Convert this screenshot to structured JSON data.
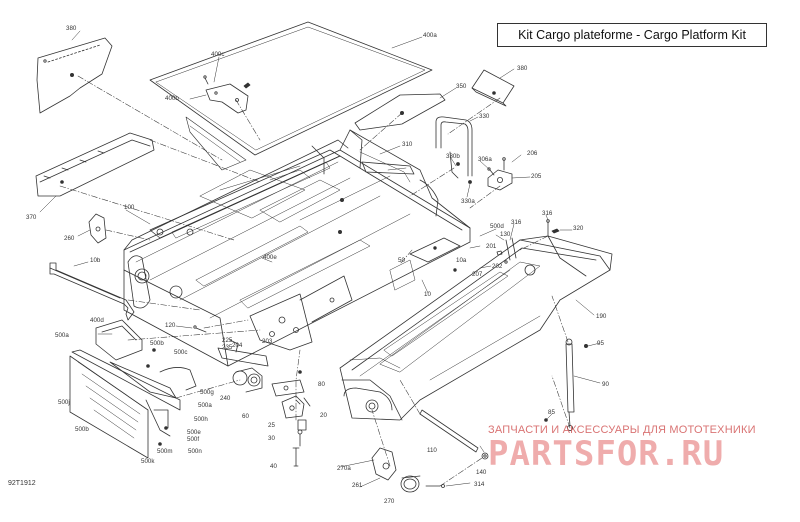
{
  "title": "Kit Cargo plateforme - Cargo Platform Kit",
  "ref_code": "92T1912",
  "watermark": {
    "tagline": "ЗАПЧАСТИ И АКСЕССУАРЫ ДЛЯ МОТОТЕХНИКИ",
    "brand": "PARTSFOR.RU"
  },
  "colors": {
    "line": "#333333",
    "watermark": "#e26a6a"
  },
  "callouts": [
    {
      "id": "c380a",
      "text": "380"
    },
    {
      "id": "c400a",
      "text": "400a"
    },
    {
      "id": "c400c",
      "text": "400c"
    },
    {
      "id": "c400b",
      "text": "400b"
    },
    {
      "id": "c380b",
      "text": "380"
    },
    {
      "id": "c350",
      "text": "350"
    },
    {
      "id": "c330",
      "text": "330"
    },
    {
      "id": "c310",
      "text": "310"
    },
    {
      "id": "c330b",
      "text": "330b"
    },
    {
      "id": "c306a",
      "text": "306a"
    },
    {
      "id": "c206",
      "text": "206"
    },
    {
      "id": "c205",
      "text": "205"
    },
    {
      "id": "c330a",
      "text": "330a"
    },
    {
      "id": "c370",
      "text": "370"
    },
    {
      "id": "c260",
      "text": "260"
    },
    {
      "id": "c100",
      "text": "100"
    },
    {
      "id": "c10b",
      "text": "10b"
    },
    {
      "id": "c400e",
      "text": "400e"
    },
    {
      "id": "c500d",
      "text": "500d"
    },
    {
      "id": "c316a",
      "text": "316"
    },
    {
      "id": "c316b",
      "text": "316"
    },
    {
      "id": "c320",
      "text": "320"
    },
    {
      "id": "c130",
      "text": "130"
    },
    {
      "id": "c201",
      "text": "201"
    },
    {
      "id": "c10a",
      "text": "10a"
    },
    {
      "id": "c207",
      "text": "207"
    },
    {
      "id": "c202",
      "text": "202"
    },
    {
      "id": "c50",
      "text": "50"
    },
    {
      "id": "c10",
      "text": "10"
    },
    {
      "id": "c190",
      "text": "190"
    },
    {
      "id": "c120",
      "text": "120"
    },
    {
      "id": "c400d",
      "text": "400d"
    },
    {
      "id": "c500a",
      "text": "500a"
    },
    {
      "id": "c500b1",
      "text": "500b"
    },
    {
      "id": "c500c",
      "text": "500c"
    },
    {
      "id": "c225",
      "text": "225"
    },
    {
      "id": "c235",
      "text": "235"
    },
    {
      "id": "c204",
      "text": "204"
    },
    {
      "id": "c203",
      "text": "203"
    },
    {
      "id": "c95",
      "text": "95"
    },
    {
      "id": "c500g",
      "text": "500g"
    },
    {
      "id": "c500a2",
      "text": "500a"
    },
    {
      "id": "c500j",
      "text": "500j"
    },
    {
      "id": "c240",
      "text": "240"
    },
    {
      "id": "c60",
      "text": "60"
    },
    {
      "id": "c80",
      "text": "80"
    },
    {
      "id": "c90",
      "text": "90"
    },
    {
      "id": "c500h",
      "text": "500h"
    },
    {
      "id": "c500e",
      "text": "500e"
    },
    {
      "id": "c500f",
      "text": "500f"
    },
    {
      "id": "c500b2",
      "text": "500b"
    },
    {
      "id": "c500m",
      "text": "500m"
    },
    {
      "id": "c500n",
      "text": "500n"
    },
    {
      "id": "c500k",
      "text": "500k"
    },
    {
      "id": "c20",
      "text": "20"
    },
    {
      "id": "c25",
      "text": "25"
    },
    {
      "id": "c30",
      "text": "30"
    },
    {
      "id": "c40",
      "text": "40"
    },
    {
      "id": "c85",
      "text": "85"
    },
    {
      "id": "c110",
      "text": "110"
    },
    {
      "id": "c270a",
      "text": "270a"
    },
    {
      "id": "c261",
      "text": "261"
    },
    {
      "id": "c270",
      "text": "270"
    },
    {
      "id": "c140",
      "text": "140"
    },
    {
      "id": "c314",
      "text": "314"
    }
  ]
}
